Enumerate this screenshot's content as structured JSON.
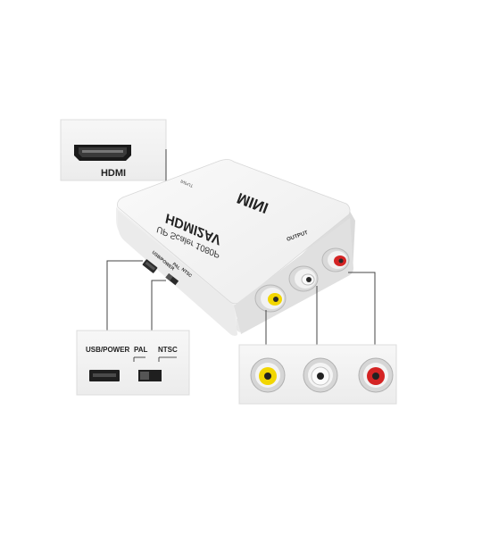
{
  "product": {
    "brand_mark": "MINI",
    "model": "HDMI2AV",
    "subtitle": "UP Scaler 1080P",
    "input_label": "INPUT",
    "output_label": "OUTPUT",
    "usb_label": "USB/POWER",
    "pal_label": "PAL",
    "ntsc_label": "NTSC"
  },
  "callouts": {
    "hdmi": {
      "label": "HDMI"
    },
    "power_switch": {
      "usb_label": "USB/POWER",
      "pal_label": "PAL",
      "ntsc_label": "NTSC"
    }
  },
  "colors": {
    "body": "#f4f4f4",
    "rca_yellow": "#f2d600",
    "rca_white": "#f5f5f5",
    "rca_red": "#d42424",
    "guide_line": "#444444"
  },
  "icons": [
    "hdmi-port-icon",
    "usb-port-icon",
    "slide-switch-icon",
    "rca-jack-icon"
  ]
}
